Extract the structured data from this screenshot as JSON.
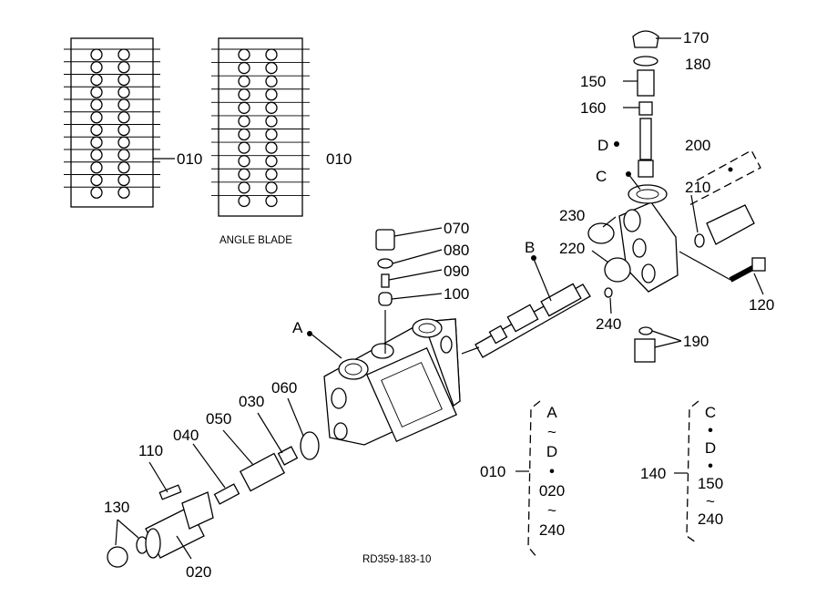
{
  "assembly": {
    "view_label": "ANGLE BLADE",
    "drawing_code": "RD359-183-10"
  },
  "callouts": {
    "p010_a": "010",
    "p010_b": "010",
    "p020": "020",
    "p030": "030",
    "p040": "040",
    "p050": "050",
    "p060": "060",
    "p070": "070",
    "p080": "080",
    "p090": "090",
    "p100": "100",
    "p110": "110",
    "p120": "120",
    "p130": "130",
    "p150": "150",
    "p160": "160",
    "p170": "170",
    "p180": "180",
    "p190": "190",
    "p200": "200",
    "p210": "210",
    "p220": "220",
    "p230": "230",
    "p240": "240"
  },
  "reference_points": {
    "a": "A",
    "b": "B",
    "c": "C",
    "d": "D"
  },
  "bracket_010": {
    "part": "010",
    "lines": [
      "A",
      "~",
      "D",
      "•",
      "020",
      "~",
      "240"
    ]
  },
  "bracket_140": {
    "part": "140",
    "lines": [
      "C",
      "•",
      "D",
      "•",
      "150",
      "~",
      "240"
    ]
  }
}
